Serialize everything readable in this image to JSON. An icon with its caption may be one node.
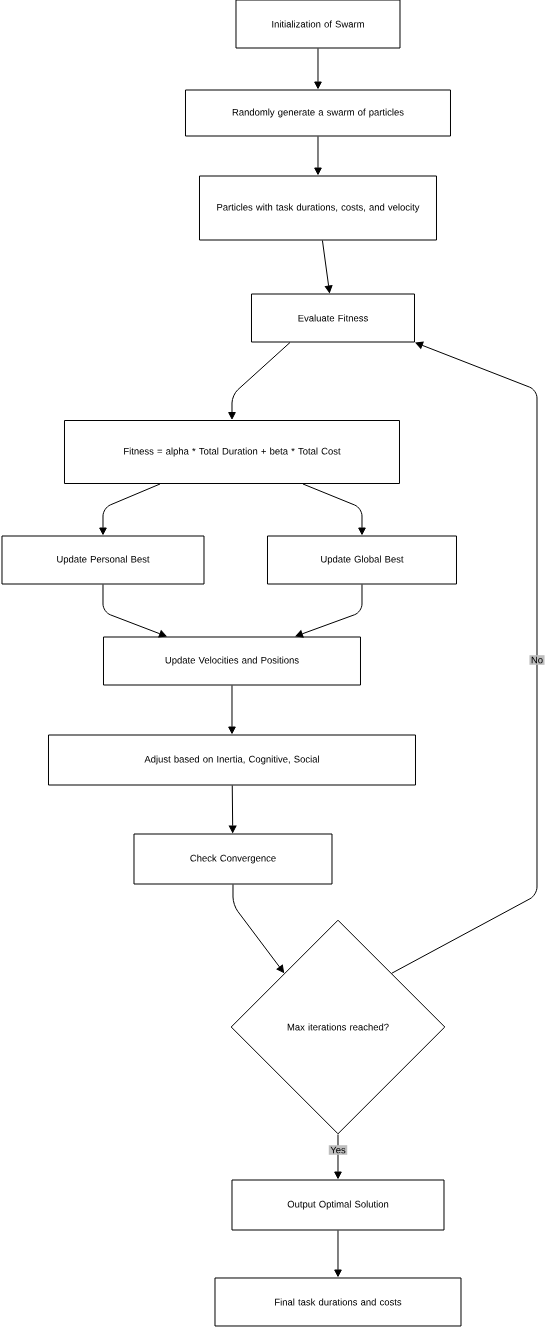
{
  "diagram": {
    "nodes": [
      {
        "text": [
          "Initialization of Swarm"
        ]
      },
      {
        "text": [
          "Randomly generate a swarm of particles"
        ]
      },
      {
        "text": [
          "Particles with task durations, costs, and velocity"
        ]
      },
      {
        "text": [
          "Evaluate Fitness"
        ]
      },
      {
        "text": [
          "Fitness = alpha * Total Duration + beta * Total Cost"
        ]
      },
      {
        "text": [
          "Update Personal Best"
        ]
      },
      {
        "text": [
          "Update Global Best"
        ]
      },
      {
        "text": [
          "Update Velocities and Positions"
        ]
      },
      {
        "text": [
          "Adjust based on Inertia, Cognitive, Social"
        ]
      },
      {
        "text": [
          "Check Convergence"
        ]
      },
      {
        "text": [
          "Max iterations reached?"
        ]
      },
      {
        "text": [
          "Output Optimal Solution"
        ]
      },
      {
        "text": [
          "Final task durations and costs"
        ]
      }
    ],
    "edges": [
      {
        "from": 0,
        "to": 1,
        "arrow": "to"
      },
      {
        "from": 1,
        "to": 2,
        "arrow": "to"
      },
      {
        "from": 2,
        "to": 3,
        "arrow": "to"
      },
      {
        "from": 3,
        "to": 4,
        "arrow": "to"
      },
      {
        "from": 4,
        "to": 5,
        "arrow": "to"
      },
      {
        "from": 4,
        "to": 6,
        "arrow": "to"
      },
      {
        "from": 5,
        "to": 7,
        "arrow": "to"
      },
      {
        "from": 6,
        "to": 7,
        "arrow": "to"
      },
      {
        "from": 7,
        "to": 8,
        "arrow": "to"
      },
      {
        "from": 8,
        "to": 9,
        "arrow": "to"
      },
      {
        "from": 9,
        "to": 10,
        "arrow": "to"
      },
      {
        "from": 10,
        "to": 11,
        "arrow": "to",
        "label": "Yes"
      },
      {
        "from": 11,
        "to": 12,
        "arrow": "to"
      },
      {
        "from": 10,
        "to": 3,
        "arrow": "to",
        "label": "No"
      }
    ]
  }
}
